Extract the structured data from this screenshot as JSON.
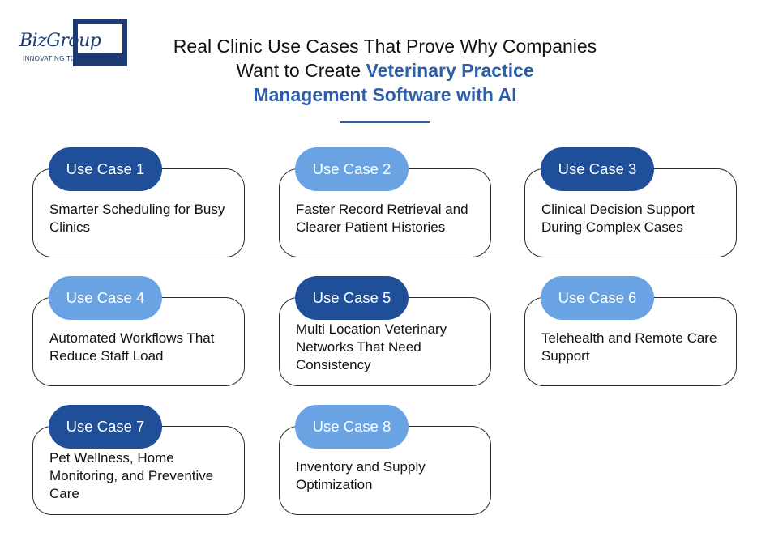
{
  "logo": {
    "name": "BizGroup",
    "tagline": "INNOVATING TOGETHER"
  },
  "title": {
    "line1": "Real Clinic Use Cases That Prove Why Companies",
    "line2_plain": "Want to Create ",
    "line2_highlight": "Veterinary Practice",
    "line3_highlight": "Management Software with AI"
  },
  "colors": {
    "pill_dark": "#1f4f98",
    "pill_light": "#6aa3e3",
    "title_highlight": "#2d5ea8",
    "logo_navy": "#1d3b73"
  },
  "use_cases": [
    {
      "label": "Use Case 1",
      "text": "Smarter Scheduling for Busy Clinics",
      "style": "dark"
    },
    {
      "label": "Use Case 2",
      "text": "Faster Record Retrieval and Clearer Patient Histories",
      "style": "light"
    },
    {
      "label": "Use Case 3",
      "text": "Clinical Decision Support During Complex Cases",
      "style": "dark"
    },
    {
      "label": "Use Case 4",
      "text": "Automated Workflows That Reduce Staff Load",
      "style": "light"
    },
    {
      "label": "Use Case 5",
      "text": "Multi Location Veterinary Networks That Need Consistency",
      "style": "dark"
    },
    {
      "label": "Use Case 6",
      "text": "Telehealth and Remote Care Support",
      "style": "light"
    },
    {
      "label": "Use Case 7",
      "text": "Pet Wellness, Home Monitoring, and Preventive Care",
      "style": "dark"
    },
    {
      "label": "Use Case 8",
      "text": "Inventory and Supply Optimization",
      "style": "light"
    }
  ]
}
